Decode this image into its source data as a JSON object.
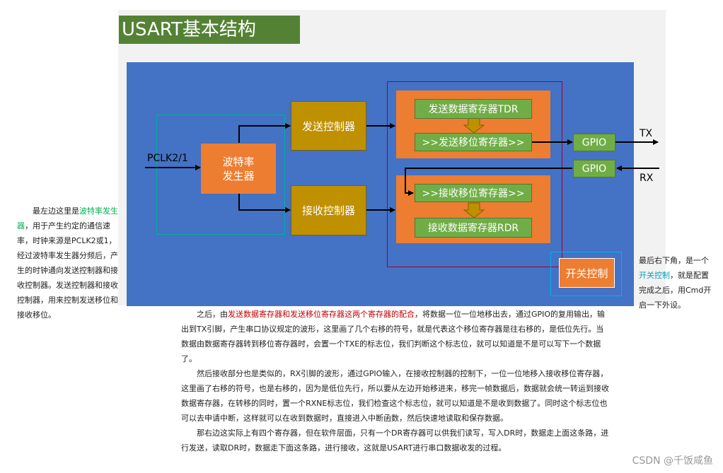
{
  "title": "USART基本结构",
  "diagram": {
    "pclk_label": "PCLK2/1",
    "baud_generator": "波特率\n发生器",
    "tx_controller": "发送控制器",
    "rx_controller": "接收控制器",
    "tdr": "发送数据寄存器TDR",
    "tx_shift": ">>发送移位寄存器>>",
    "rx_shift": ">>接收移位寄存器>>",
    "rdr": "接收数据寄存器RDR",
    "gpio_tx": "GPIO",
    "gpio_rx": "GPIO",
    "tx_label": "TX",
    "rx_label": "RX",
    "switch_control": "开关控制"
  },
  "colors": {
    "title_bg": "#548235",
    "panel_bg": "#4472c4",
    "orange": "#ed7d31",
    "gold": "#bf9000",
    "green": "#70ad47",
    "highlight_green": "#00b050",
    "highlight_cyan": "#00a0c0",
    "highlight_red": "#c00000"
  },
  "left_note": {
    "pre": "最左边这里是",
    "highlight": "波特率发生器",
    "post": "，用于产生约定的通信速率，时钟来源是PCLK2或1，经过波特率发生器分频后，产生的时钟通向发送控制器和接收控制器。发送控制器和接收控制器，用来控制发送移位和接收移位。"
  },
  "right_note": {
    "pre": "最后右下角，是一个",
    "highlight": "开关控制",
    "post": "，就是配置完成之后，用Cmd开启一下外设。"
  },
  "bottom_text": {
    "p1_pre": "之后，由",
    "p1_highlight": "发送数据寄存器和发送移位寄存器这两个寄存器的配合",
    "p1_post": "，将数据一位一位地移出去，通过GPIO的复用输出，输出到TX引脚，产生串口协议规定的波形，这里画了几个右移的符号，就是代表这个移位寄存器是往右移的，是低位先行。当数据由数据寄存器转到移位寄存器时，会置一个TXE的标志位，我们判断这个标志位，就可以知道是不是可以写下一个数据了。",
    "p2": "然后接收部分也是类似的，RX引脚的波形，通过GPIO输入，在接收控制器的控制下，一位一位地移入接收移位寄存器，这里画了右移的符号，也是右移的，因为是低位先行，所以要从左边开始移进来，移完一帧数据后，数据就会统一转运到接收数据寄存器，在转移的同时，置一个RXNE标志位，我们检查这个标志位，就可以知道是不是收到数据了。同时这个标志位也可以去申请中断，这样就可以在收到数据时，直接进入中断函数，然后快速地读取和保存数据。",
    "p3": "那右边这实际上有四个寄存器，但在软件层面，只有一个DR寄存器可以供我们读写，写入DR时，数据走上面这条路，进行发送，读取DR时，数据走下面这条路，进行接收，这就是USART进行串口数据收发的过程。"
  },
  "watermark": "CSDN @千饭咸鱼"
}
